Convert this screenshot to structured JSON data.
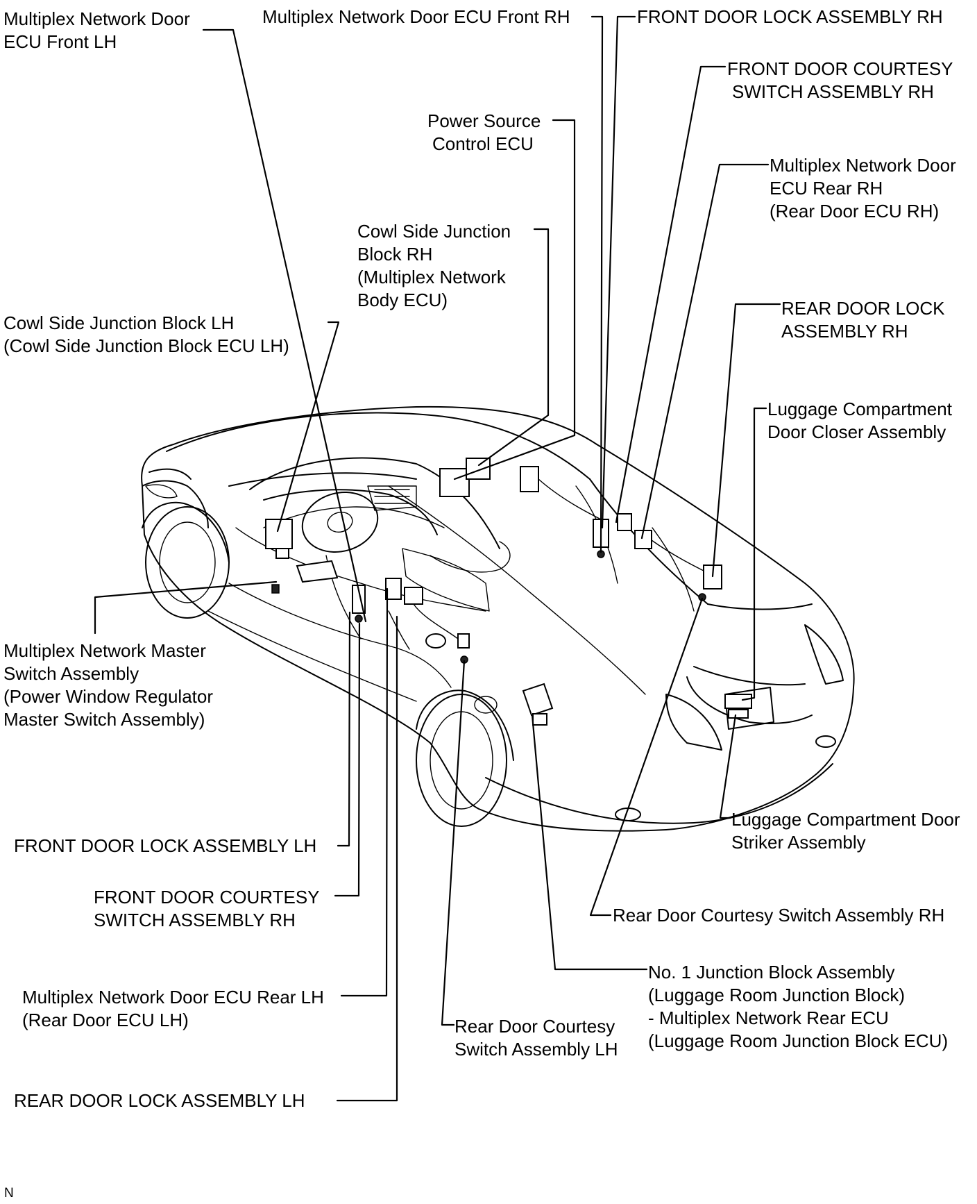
{
  "labels": {
    "mpx_door_ecu_front_lh": [
      "Multiplex Network Door",
      "ECU Front LH"
    ],
    "mpx_door_ecu_front_rh": [
      "Multiplex Network Door ECU Front RH"
    ],
    "front_door_lock_rh": [
      "FRONT DOOR LOCK ASSEMBLY RH"
    ],
    "front_door_courtesy_rh_top": [
      "FRONT DOOR COURTESY",
      "SWITCH ASSEMBLY RH"
    ],
    "power_source_ecu": [
      "Power Source",
      "Control ECU"
    ],
    "mpx_door_ecu_rear_rh": [
      "Multiplex Network Door",
      "ECU Rear RH",
      "(Rear Door ECU RH)"
    ],
    "cowl_jb_rh": [
      "Cowl Side Junction",
      "Block RH",
      "(Multiplex Network",
      "Body ECU)"
    ],
    "rear_door_lock_rh": [
      "REAR DOOR LOCK",
      "ASSEMBLY RH"
    ],
    "cowl_jb_lh": [
      "Cowl Side Junction Block LH",
      "(Cowl Side Junction Block ECU LH)"
    ],
    "luggage_closer": [
      "Luggage Compartment",
      "Door Closer Assembly"
    ],
    "master_switch": [
      "Multiplex Network Master",
      "Switch Assembly",
      "(Power Window Regulator",
      "Master Switch Assembly)"
    ],
    "luggage_striker": [
      "Luggage Compartment Door",
      "Striker Assembly"
    ],
    "front_door_lock_lh": [
      "FRONT DOOR LOCK ASSEMBLY LH"
    ],
    "front_door_courtesy_rh_bottom": [
      "FRONT DOOR COURTESY",
      "SWITCH ASSEMBLY RH"
    ],
    "rear_door_courtesy_rh": [
      "Rear Door Courtesy Switch Assembly RH"
    ],
    "junction_block_no1": [
      "No. 1 Junction Block Assembly",
      "(Luggage Room Junction Block)",
      "- Multiplex Network Rear ECU",
      "(Luggage Room Junction Block ECU)"
    ],
    "mpx_door_ecu_rear_lh": [
      "Multiplex Network Door ECU Rear LH",
      "(Rear Door ECU LH)"
    ],
    "rear_door_courtesy_lh": [
      "Rear Door Courtesy",
      "Switch Assembly LH"
    ],
    "rear_door_lock_lh": [
      "REAR DOOR LOCK ASSEMBLY LH"
    ]
  },
  "footer_mark": "N"
}
